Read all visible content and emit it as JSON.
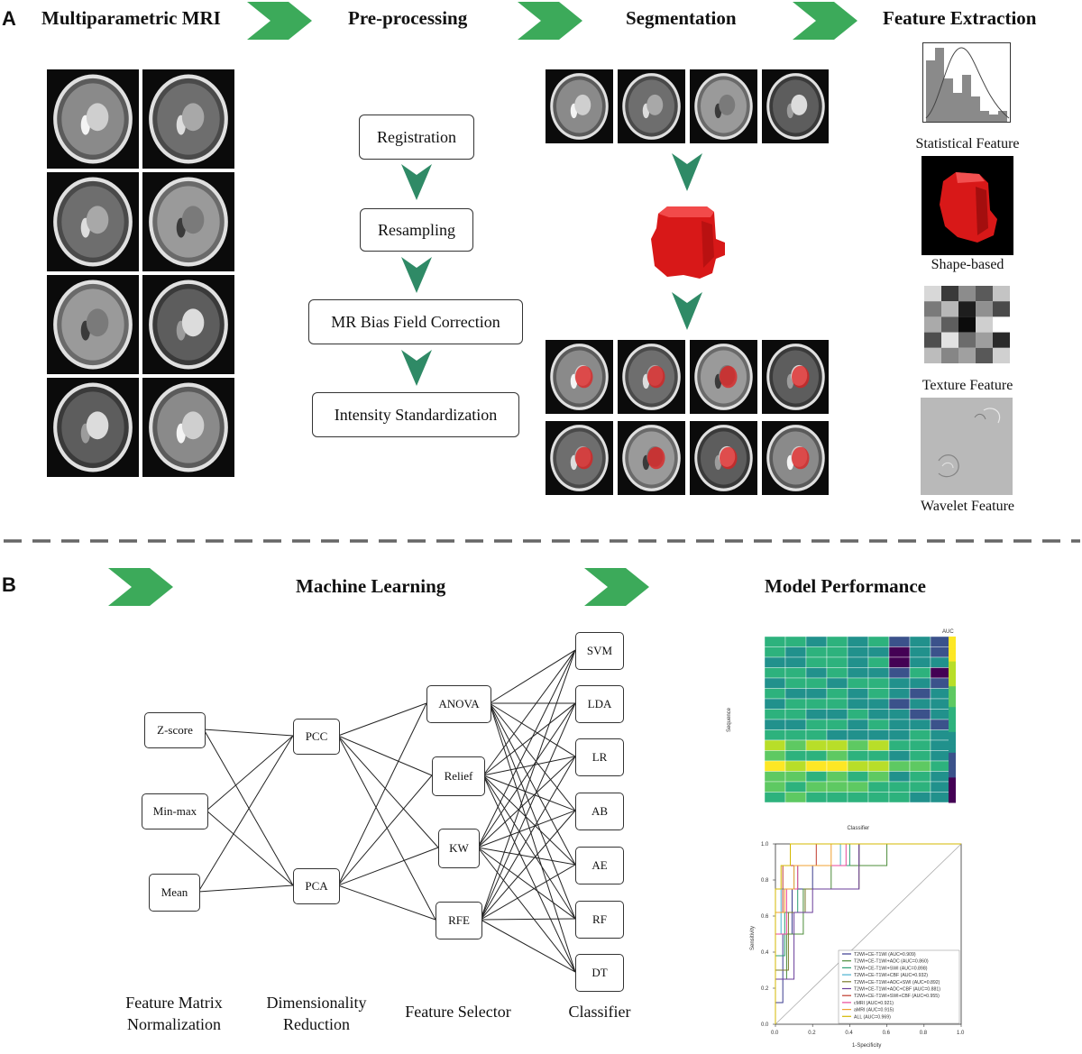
{
  "panel_a": {
    "letter": "A",
    "headings": {
      "mri": "Multiparametric MRI",
      "preprocessing": "Pre-processing",
      "segmentation": "Segmentation",
      "features": "Feature Extraction"
    },
    "preprocessing_steps": [
      "Registration",
      "Resampling",
      "MR Bias Field Correction",
      "Intensity Standardization"
    ],
    "feature_types": [
      "Statistical Feature",
      "Shape-based",
      "Texture Feature",
      "Wavelet Feature"
    ]
  },
  "panel_b": {
    "letter": "B",
    "headings": {
      "ml": "Machine Learning",
      "perf": "Model Performance"
    },
    "normalization": [
      "Z-score",
      "Min-max",
      "Mean"
    ],
    "reduction": [
      "PCC",
      "PCA"
    ],
    "selectors": [
      "ANOVA",
      "Relief",
      "KW",
      "RFE"
    ],
    "classifiers": [
      "SVM",
      "LDA",
      "LR",
      "AB",
      "AE",
      "RF",
      "DT"
    ],
    "column_captions": {
      "normalization": "Feature Matrix\nNormalization",
      "reduction": "Dimensionality\nReduction",
      "selector": "Feature Selector",
      "classifier": "Classifier"
    },
    "heatmap": {
      "xlabel": "Classifier",
      "ylabel": "Sequence",
      "colorbar_label": "AUC"
    },
    "roc": {
      "xlabel": "1-Specificity",
      "ylabel": "Sensitivity",
      "x_ticks": [
        "0.0",
        "0.2",
        "0.4",
        "0.6",
        "0.8",
        "1.0"
      ],
      "y_ticks": [
        "0.0",
        "0.2",
        "0.4",
        "0.6",
        "0.8",
        "1.0"
      ],
      "legend": [
        {
          "label": "T2WI+CE-T1WI (AUC=0.909)",
          "color": "#3b3b8f"
        },
        {
          "label": "T2WI+CE-T1WI+ADC (AUC=0.860)",
          "color": "#4c8c3a"
        },
        {
          "label": "T2WI+CE-T1WI+SWI (AUC=0.898)",
          "color": "#2d9e73"
        },
        {
          "label": "T2WI+CE-T1WI+CBF (AUC=0.932)",
          "color": "#49b2cf"
        },
        {
          "label": "T2WI+CE-T1WI+ADC+SWI (AUC=0.892)",
          "color": "#7a7a2a"
        },
        {
          "label": "T2WI+CE-T1WI+ADC+CBF (AUC=0.881)",
          "color": "#6a3d9a"
        },
        {
          "label": "T2WI+CE-T1WI+SWI+CBF (AUC=0.955)",
          "color": "#c0392b"
        },
        {
          "label": "cMRI (AUC=0.921)",
          "color": "#e8479a"
        },
        {
          "label": "aMRI (AUC=0.915)",
          "color": "#f0a030"
        },
        {
          "label": "ALL (AUC=0.969)",
          "color": "#d4b800"
        }
      ]
    }
  }
}
